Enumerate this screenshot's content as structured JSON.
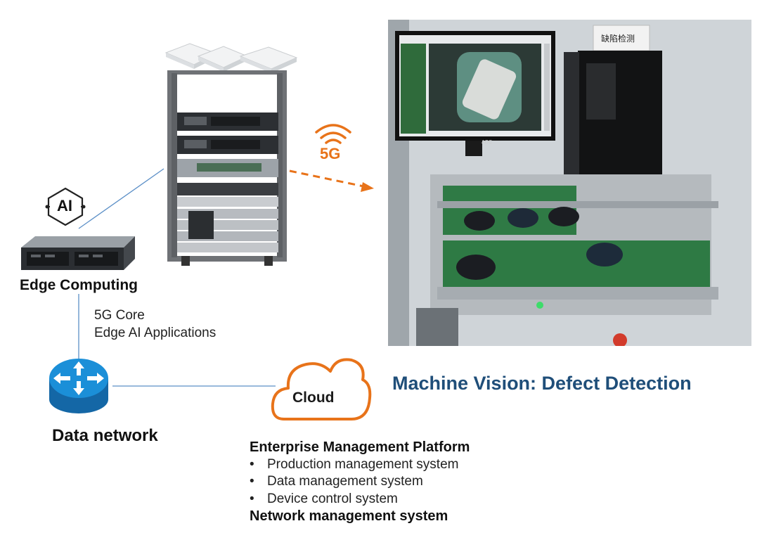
{
  "edge_label": "Edge Computing",
  "core_lines": [
    "5G Core",
    "Edge AI Applications"
  ],
  "ai_badge": "AI",
  "wireless_label": "5G",
  "data_network_label": "Data network",
  "cloud_label": "Cloud",
  "photo_title": "Machine Vision: Defect Detection",
  "photo_sign": "缺陷检测",
  "monitor_brand": "AOC",
  "platform": {
    "header": "Enterprise Management Platform",
    "items": [
      "Production management system",
      "Data management system",
      "Device control system"
    ],
    "footer": "Network management system"
  },
  "colors": {
    "accent_orange": "#e8731a",
    "title_blue": "#1f4e79",
    "router_blue": "#1b8fd8",
    "line_blue": "#5b8fc7"
  },
  "icons": [
    "access-point-icon",
    "server-rack-icon",
    "edge-server-icon",
    "ai-chip-icon",
    "wifi-signal-icon",
    "router-icon",
    "cloud-icon"
  ]
}
